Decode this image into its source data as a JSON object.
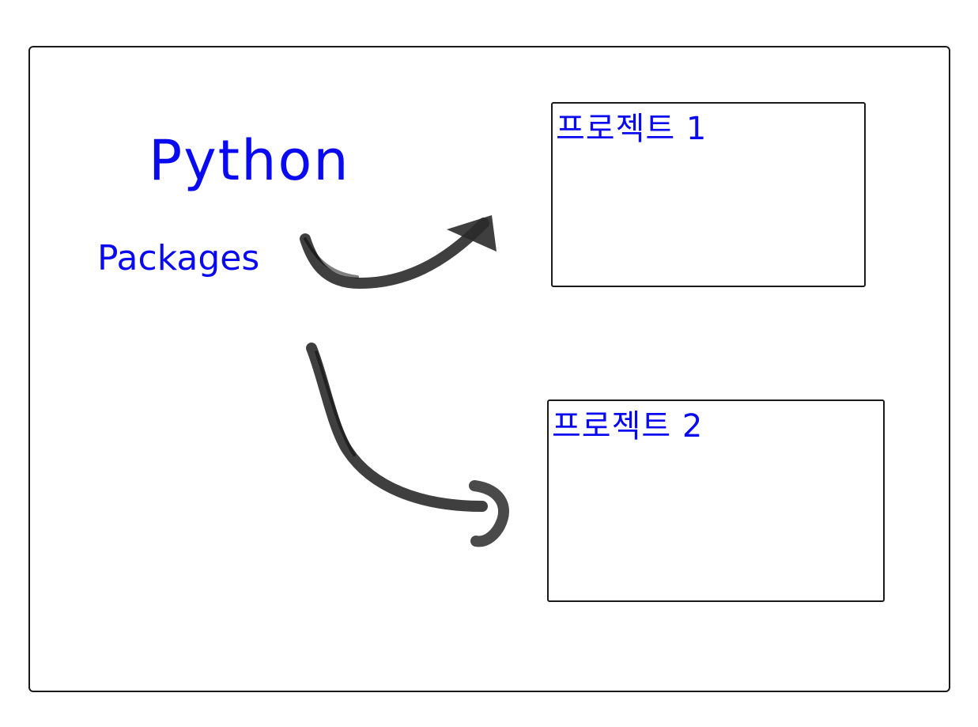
{
  "diagram": {
    "title": "Python",
    "subtitle": "Packages",
    "projects": [
      {
        "label": "프로젝트 1"
      },
      {
        "label": "프로젝트 2"
      }
    ],
    "colors": {
      "text": "#0a0af0",
      "stroke": "#1a1a1a",
      "arrow": "#2a2a2a"
    }
  }
}
